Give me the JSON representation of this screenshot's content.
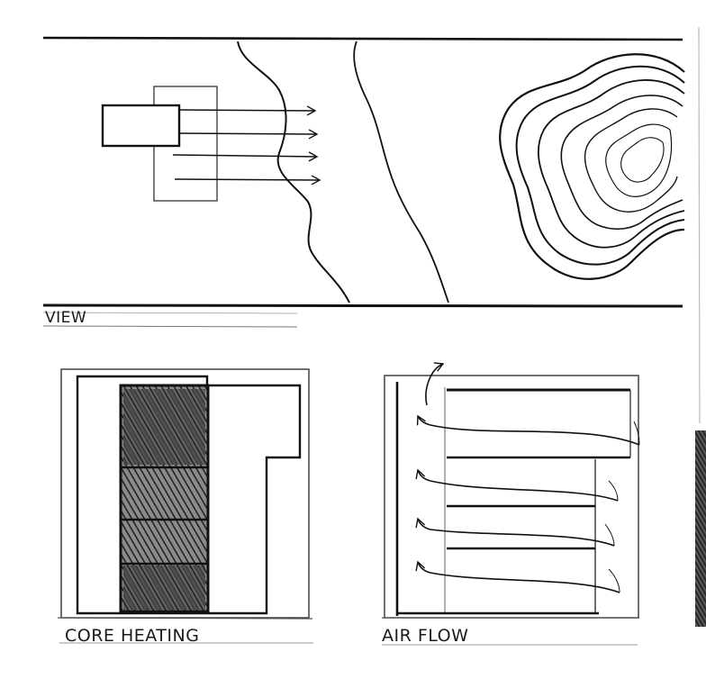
{
  "captions": {
    "view": "VIEW",
    "core_heating": "CORE HEATING",
    "air_flow": "AIR FLOW"
  },
  "colors": {
    "ink": "#111111",
    "pencil": "#3a3a3a",
    "paper": "#ffffff"
  }
}
